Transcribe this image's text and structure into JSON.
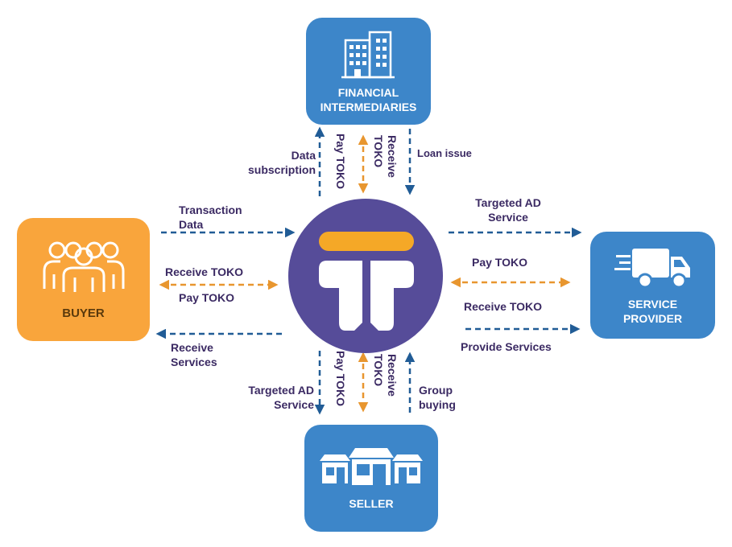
{
  "nodes": {
    "financial": "FINANCIAL\nINTERMEDIARIES",
    "buyer": "BUYER",
    "service_provider": "SERVICE\nPROVIDER",
    "seller": "SELLER"
  },
  "flows": {
    "data_subscription": "Data\nsubscription",
    "fin_pay_toko": "Pay TOKO",
    "fin_receive_toko": "Receive\nTOKO",
    "loan_issue": "Loan issue",
    "transaction_data": "Transaction\nData",
    "buyer_receive_toko": "Receive TOKO",
    "buyer_pay_toko": "Pay TOKO",
    "receive_services": "Receive\nServices",
    "targeted_ad_service_sp": "Targeted AD\nService",
    "sp_pay_toko": "Pay TOKO",
    "sp_receive_toko": "Receive TOKO",
    "provide_services": "Provide Services",
    "targeted_ad_service_seller": "Targeted AD\nService",
    "seller_pay_toko": "Pay TOKO",
    "seller_receive_toko": "Receive\nTOKO",
    "group_buying": "Group\nbuying"
  },
  "colors": {
    "box_blue": "#3d86c9",
    "box_orange": "#f9a53c",
    "hub_purple": "#564c99",
    "hub_bar": "#f5a827",
    "arrow_blue": "#215c96",
    "arrow_orange": "#e8962f",
    "text": "#3b2a63"
  },
  "icons": {
    "financial": "building-icon",
    "buyer": "people-group-icon",
    "service_provider": "delivery-truck-icon",
    "seller": "storefront-icon",
    "hub": "toko-logo-icon"
  }
}
